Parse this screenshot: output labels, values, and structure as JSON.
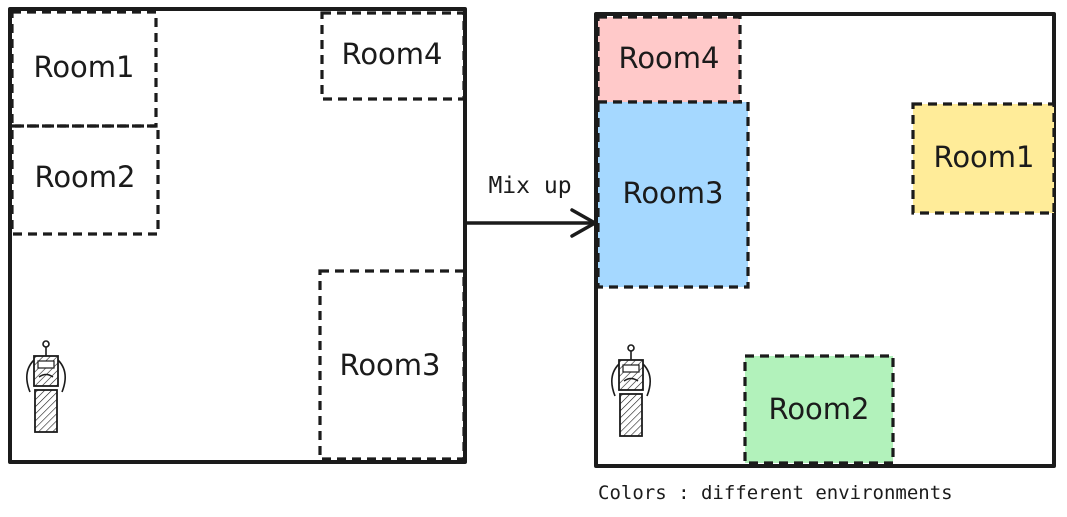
{
  "left_map": {
    "rooms": [
      {
        "id": "room1",
        "label": "Room1",
        "fill": "none"
      },
      {
        "id": "room2",
        "label": "Room2",
        "fill": "none"
      },
      {
        "id": "room3",
        "label": "Room3",
        "fill": "none"
      },
      {
        "id": "room4",
        "label": "Room4",
        "fill": "none"
      }
    ]
  },
  "arrow": {
    "label": "Mix up"
  },
  "right_map": {
    "rooms": [
      {
        "id": "room4",
        "label": "Room4",
        "fill": "#ffc9c9"
      },
      {
        "id": "room3",
        "label": "Room3",
        "fill": "#a5d8ff"
      },
      {
        "id": "room1",
        "label": "Room1",
        "fill": "#ffec99"
      },
      {
        "id": "room2",
        "label": "Room2",
        "fill": "#b2f2bb"
      }
    ]
  },
  "caption": "Colors : different environments",
  "colors": {
    "stroke": "#1b1b1b",
    "background": "#ffffff"
  },
  "icons": [
    "robot-icon"
  ]
}
